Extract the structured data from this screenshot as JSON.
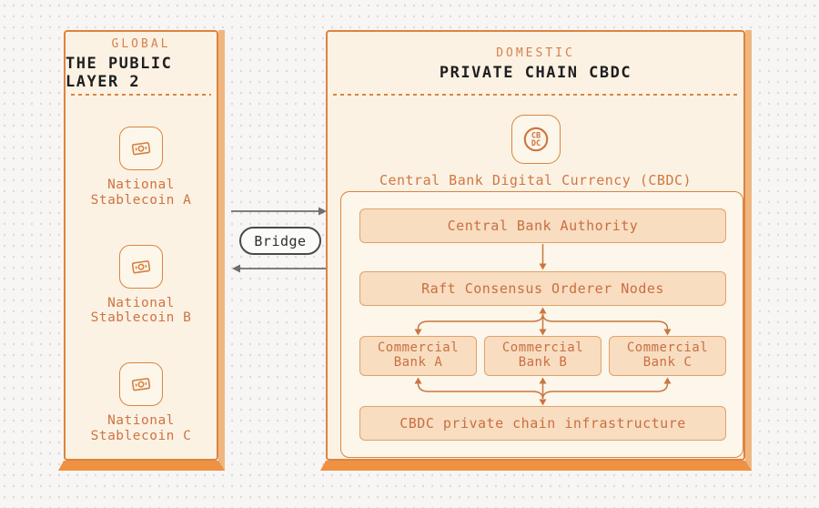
{
  "colors": {
    "accent_border": "#dc8440",
    "panel_cream": "#fbf2e4",
    "slab_side": "#efb77f",
    "slab_bottom": "#ee9143",
    "node_fill": "#f8ddc0",
    "node_border": "#e2a169",
    "node_text": "#c96f42",
    "orange_text": "#d1773f",
    "subtitle_orange": "#d9804a",
    "title_dark": "#1f1f1f",
    "bridge_border": "#4a4a4a",
    "bridge_arrow_gray": "#6e6e6e"
  },
  "left_panel": {
    "subtitle": "GLOBAL",
    "title": "THE PUBLIC LAYER 2",
    "items": [
      {
        "line1": "National",
        "line2": "Stablecoin A"
      },
      {
        "line1": "National",
        "line2": "Stablecoin B"
      },
      {
        "line1": "National",
        "line2": "Stablecoin C"
      }
    ]
  },
  "bridge": {
    "label": "Bridge"
  },
  "right_panel": {
    "subtitle": "DOMESTIC",
    "title": "PRIVATE CHAIN CBDC",
    "coin": {
      "top": "CB",
      "bottom": "DC"
    },
    "cbdc_label": "Central Bank Digital Currency (CBDC)",
    "flow": {
      "authority": "Central Bank Authority",
      "orderer": "Raft Consensus Orderer Nodes",
      "banks": [
        {
          "line1": "Commercial",
          "line2": "Bank A"
        },
        {
          "line1": "Commercial",
          "line2": "Bank B"
        },
        {
          "line1": "Commercial",
          "line2": "Bank C"
        }
      ],
      "infrastructure": "CBDC private chain infrastructure"
    }
  }
}
